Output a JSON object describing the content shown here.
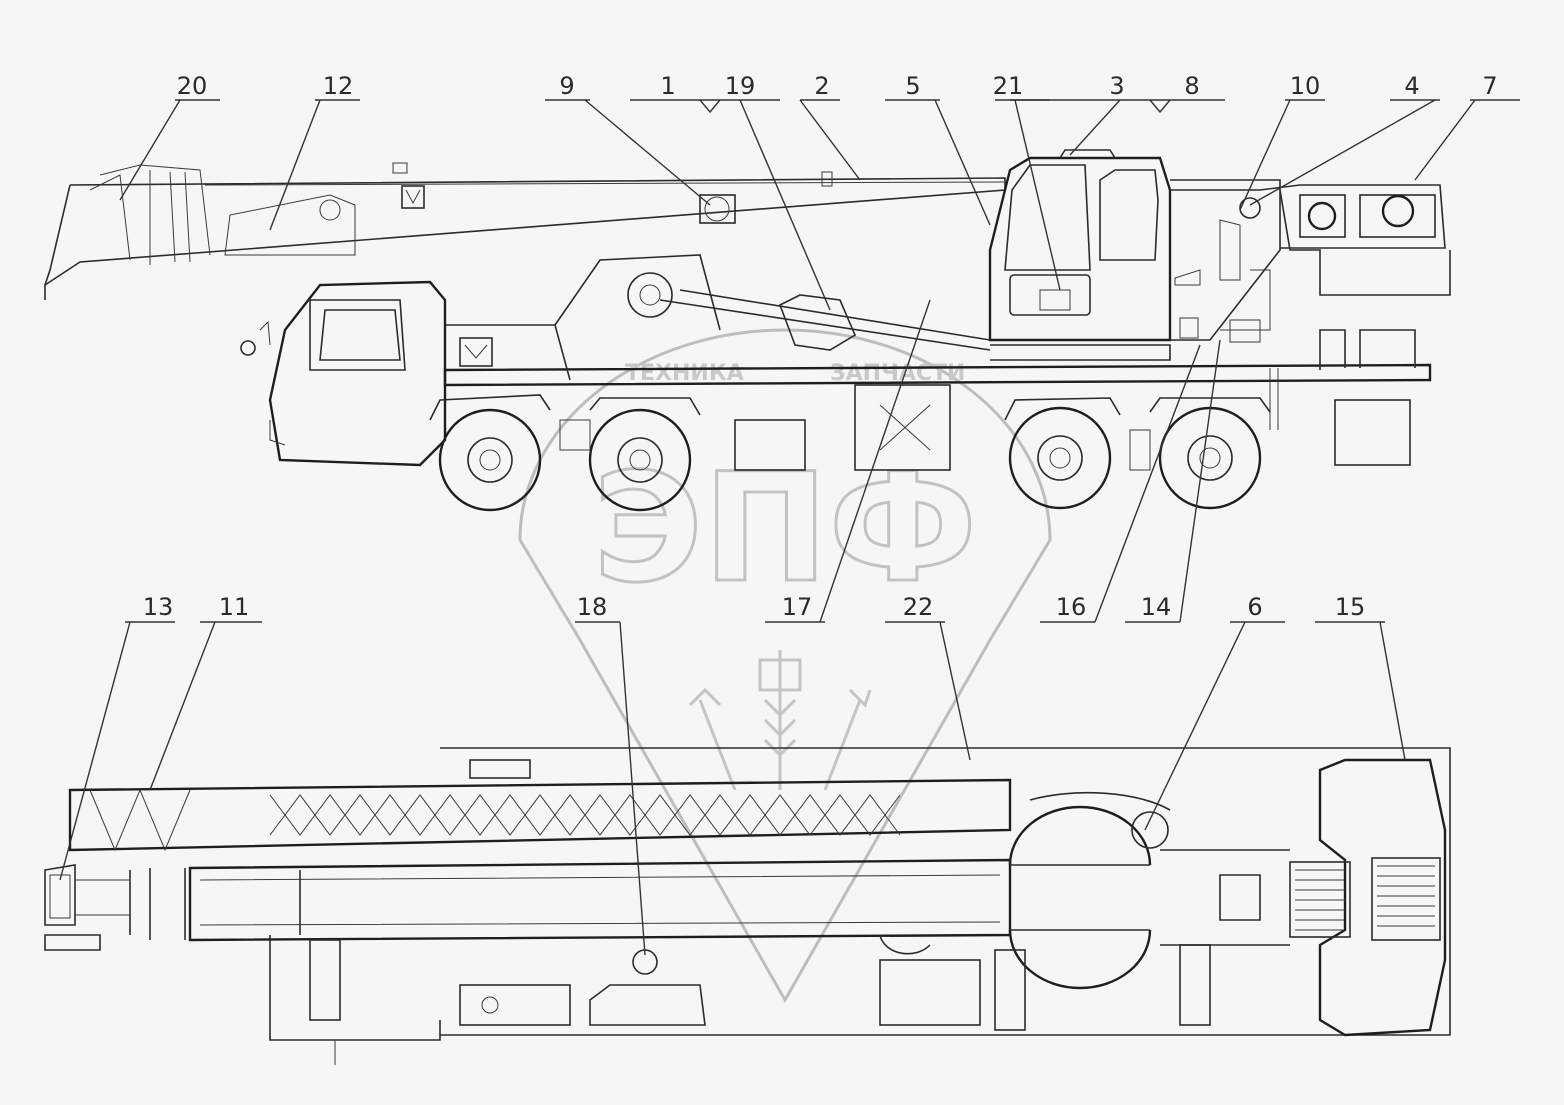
{
  "callouts": [
    {
      "id": "20"
    },
    {
      "id": "12"
    },
    {
      "id": "9"
    },
    {
      "id": "1"
    },
    {
      "id": "19"
    },
    {
      "id": "2"
    },
    {
      "id": "5"
    },
    {
      "id": "21"
    },
    {
      "id": "3"
    },
    {
      "id": "8"
    },
    {
      "id": "10"
    },
    {
      "id": "4"
    },
    {
      "id": "7"
    },
    {
      "id": "13"
    },
    {
      "id": "11"
    },
    {
      "id": "18"
    },
    {
      "id": "17"
    },
    {
      "id": "22"
    },
    {
      "id": "16"
    },
    {
      "id": "14"
    },
    {
      "id": "6"
    },
    {
      "id": "15"
    }
  ],
  "watermark": {
    "logo_text": "ЭПФ",
    "left_word": "ТЕХНИКА",
    "right_word": "ЗАПЧАСТИ"
  }
}
